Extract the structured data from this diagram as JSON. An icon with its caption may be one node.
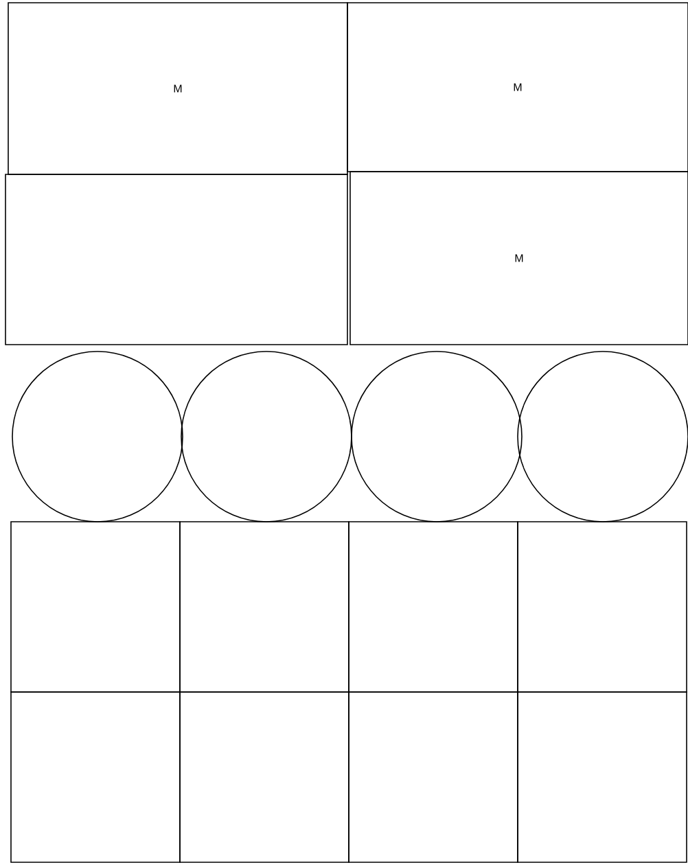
{
  "diagram": {
    "nodes": [
      {
        "text": [
          "M"
        ]
      },
      {
        "text": [
          "M"
        ]
      },
      {
        "text": [],
        "shape": "box"
      },
      {
        "text": [
          "M"
        ]
      },
      {
        "text": [],
        "shape": "circle"
      },
      {
        "text": [],
        "shape": "circle"
      },
      {
        "text": [],
        "shape": "circle"
      },
      {
        "text": [],
        "shape": "circle"
      },
      {
        "text": [],
        "shape": "box"
      },
      {
        "text": [],
        "shape": "box"
      },
      {
        "text": [],
        "shape": "box"
      },
      {
        "text": [],
        "shape": "box"
      },
      {
        "text": [],
        "shape": "box"
      },
      {
        "text": [],
        "shape": "box"
      },
      {
        "text": [],
        "shape": "box"
      },
      {
        "text": [],
        "shape": "box"
      }
    ]
  }
}
